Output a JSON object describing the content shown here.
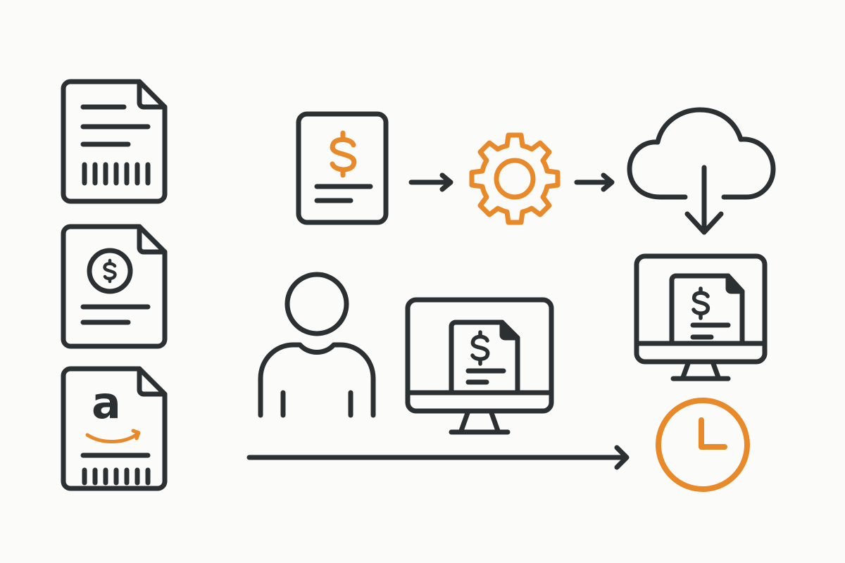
{
  "diagram": {
    "type": "workflow-illustration",
    "colors": {
      "background": "#fbfbfa",
      "stroke": "#2b3133",
      "accent": "#e8892a"
    },
    "left_column": {
      "documents": [
        {
          "id": "invoice-lines-barcode",
          "icon": "document-with-lines-and-barcode-icon"
        },
        {
          "id": "invoice-dollar-coin",
          "icon": "document-with-dollar-coin-icon"
        },
        {
          "id": "amazon-invoice",
          "icon": "document-with-amazon-logo-icon",
          "glyph": "a"
        }
      ]
    },
    "top_flow": {
      "steps": [
        {
          "id": "invoice",
          "icon": "invoice-dollar-icon",
          "glyph": "$"
        },
        {
          "id": "process",
          "icon": "gear-icon"
        },
        {
          "id": "cloud",
          "icon": "cloud-download-icon"
        }
      ],
      "arrows": [
        "invoice-to-gear",
        "gear-to-cloud",
        "cloud-to-monitor"
      ]
    },
    "bottom_flow": {
      "user": {
        "icon": "person-icon"
      },
      "user_monitor": {
        "icon": "monitor-invoice-icon",
        "glyph": "$"
      },
      "result_monitor": {
        "icon": "monitor-invoice-icon",
        "glyph": "$"
      },
      "timeline_arrow": {
        "icon": "long-arrow-right-icon"
      },
      "clock": {
        "icon": "clock-icon"
      }
    }
  }
}
